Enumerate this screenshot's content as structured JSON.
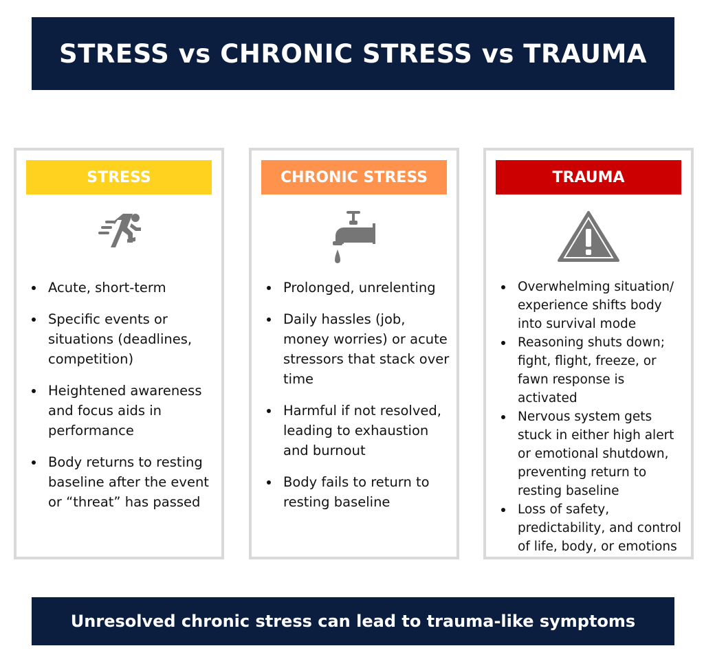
{
  "title": "STRESS vs CHRONIC STRESS vs TRAUMA",
  "footer": "Unresolved chronic stress can lead to trauma-like symptoms",
  "colors": {
    "navy": "#0c1e3f",
    "stress": "#ffd21f",
    "chronic": "#ff924d",
    "trauma": "#cc0000",
    "icon": "#767676"
  },
  "columns": [
    {
      "header": "STRESS",
      "icon": "running-person-icon",
      "bullets": [
        "Acute, short-term",
        "Specific events or situations (deadlines, competition)",
        "Heightened awareness and focus aids in performance",
        "Body returns to resting baseline after the event or “threat” has passed"
      ]
    },
    {
      "header": "CHRONIC STRESS",
      "icon": "dripping-faucet-icon",
      "bullets": [
        "Prolonged, unrelenting",
        "Daily hassles (job, money worries) or acute stressors that stack over time",
        "Harmful if not resolved, leading to exhaustion and burnout",
        "Body fails to return to resting baseline"
      ]
    },
    {
      "header": "TRAUMA",
      "icon": "warning-triangle-icon",
      "bullets": [
        "Overwhelming situation/ experience shifts body into survival mode",
        "Reasoning shuts down; fight, flight, freeze, or fawn response is activated",
        "Nervous system gets stuck in either high alert or emotional shutdown, preventing return to resting baseline",
        "Loss of safety, predictability, and control of life, body, or emotions"
      ]
    }
  ]
}
